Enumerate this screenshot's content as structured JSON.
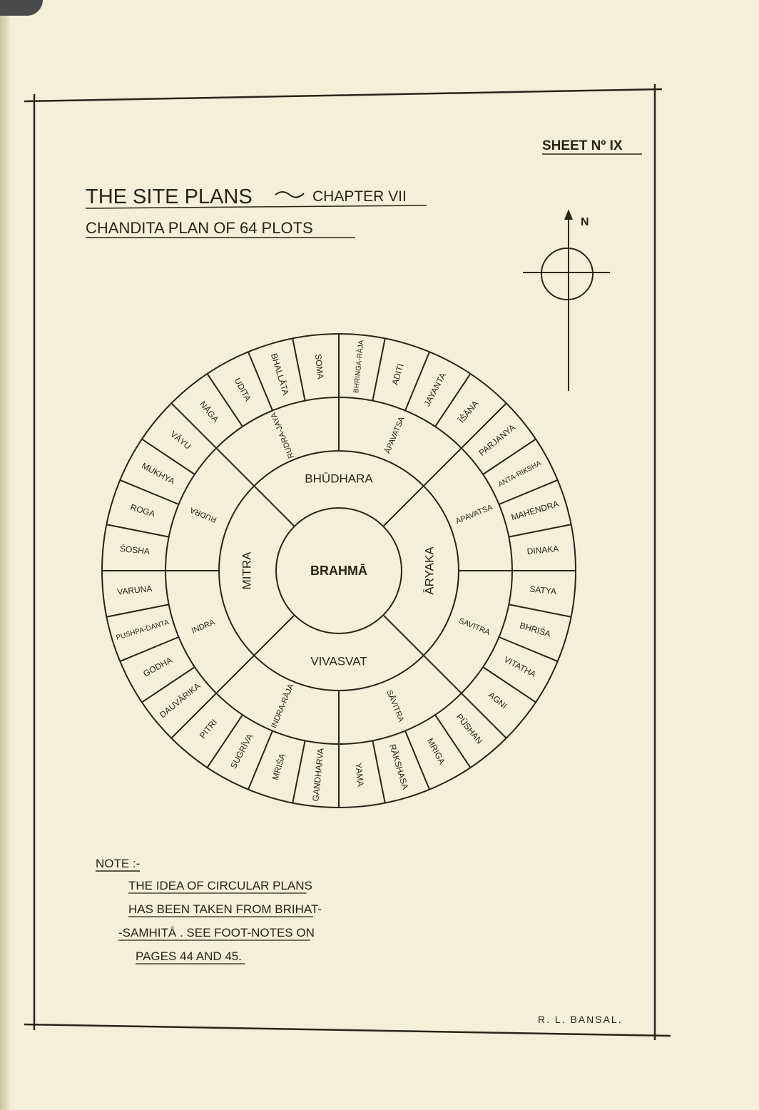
{
  "sheet_label": "SHEET Nº IX",
  "title": "THE SITE PLANS",
  "chapter": "CHAPTER VII",
  "subtitle": "CHANDITA PLAN OF 64 PLOTS",
  "north_label": "N",
  "center": "BRAHMĀ",
  "middle_ring": [
    "BHŪDHARA",
    "ĀRYAKA",
    "VIVASVAT",
    "MITRA"
  ],
  "inner_ring": [
    "ĀPAVATSA",
    "APAVATSA",
    "SAVITRA",
    "SĀVITRA",
    "INDRA-RĀJA",
    "INDRA",
    "RUDRA",
    "RUDRA-JAYA"
  ],
  "outer_ring": [
    "BHRINGA-RĀJA",
    "ADITI",
    "JAYANTA",
    "ĪŚĀNA",
    "PARJANYA",
    "ANTA-RIKSHA",
    "MAHENDRA",
    "DINAKA",
    "SATYA",
    "BHRIŚA",
    "VITATHA",
    "AGNI",
    "PŪSHAN",
    "MRIGA",
    "RĀKSHASA",
    "YAMA",
    "GANDHARVA",
    "MRIŚA",
    "SUGRĪVA",
    "PITRI",
    "DAUVĀRIKA",
    "GODHA",
    "PUSHPA-DANTA",
    "VARUNA",
    "ŚOSHA",
    "ROGA",
    "MUKHYA",
    "VĀYU",
    "NĀGA",
    "UDITA",
    "BHALLĀTA",
    "SOMA"
  ],
  "note": {
    "heading": "NOTE :-",
    "lines": [
      "THE IDEA OF CIRCULAR PLANS",
      "HAS BEEN TAKEN FROM BRIHAT-",
      "-SAMHITĀ . SEE FOOT-NOTES ON",
      "PAGES 44 AND 45."
    ]
  },
  "author": "R. L. BANSAL."
}
